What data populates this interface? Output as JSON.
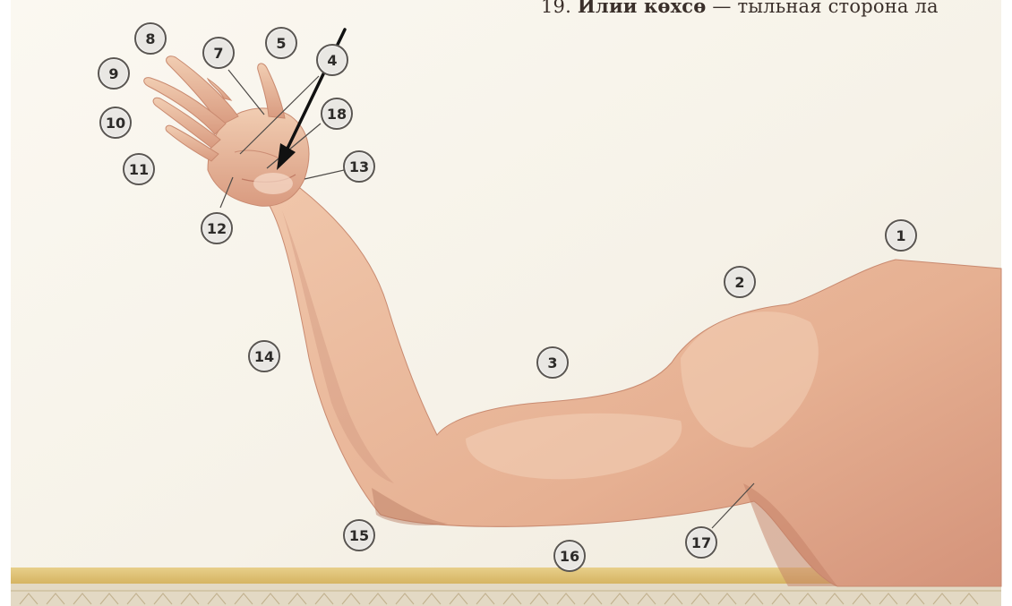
{
  "caption": {
    "number": "19.",
    "term": "Илии көхсө",
    "rest": " — тыльная сторона ла"
  },
  "markers": [
    {
      "id": "1",
      "label": "1"
    },
    {
      "id": "2",
      "label": "2"
    },
    {
      "id": "3",
      "label": "3"
    },
    {
      "id": "4",
      "label": "4"
    },
    {
      "id": "5",
      "label": "5"
    },
    {
      "id": "7",
      "label": "7"
    },
    {
      "id": "8",
      "label": "8"
    },
    {
      "id": "9",
      "label": "9"
    },
    {
      "id": "10",
      "label": "10"
    },
    {
      "id": "11",
      "label": "11"
    },
    {
      "id": "12",
      "label": "12"
    },
    {
      "id": "13",
      "label": "13"
    },
    {
      "id": "14",
      "label": "14"
    },
    {
      "id": "15",
      "label": "15"
    },
    {
      "id": "16",
      "label": "16"
    },
    {
      "id": "17",
      "label": "17"
    },
    {
      "id": "18",
      "label": "18"
    }
  ],
  "colors": {
    "skin": "#e9b89a",
    "skin_shadow": "#c98a70",
    "marker_fill": "#e9e7e3",
    "marker_border": "#5a5652",
    "arrow": "#111111",
    "border_band": "#d9b96a"
  }
}
